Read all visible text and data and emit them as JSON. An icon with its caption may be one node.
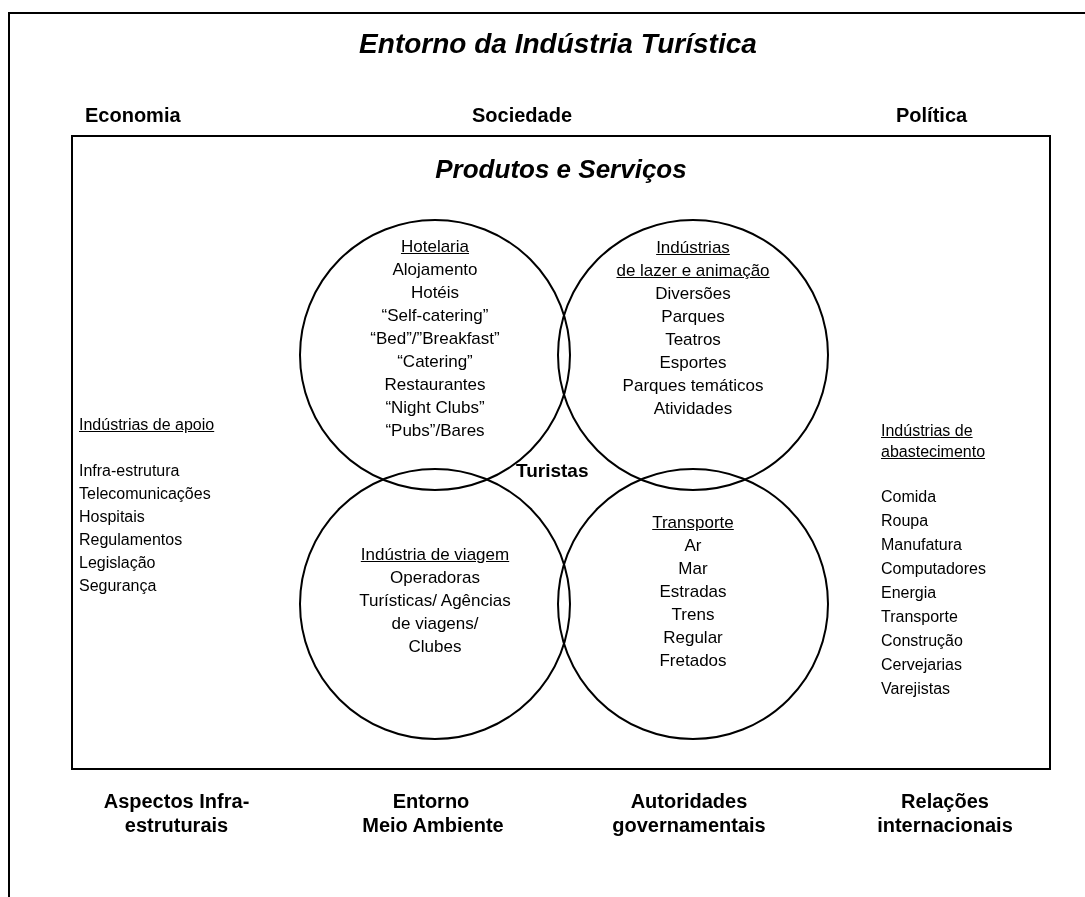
{
  "diagram": {
    "nodes": [
      {
        "text": [
          "Entorno da Indústria Turística"
        ]
      },
      {
        "text": [
          "Produtos e Serviços"
        ],
        "in": 0
      },
      {
        "text": [
          "Hotelaria",
          "Alojamento",
          "Hotéis",
          "“Self-catering”",
          "“Bed”/”Breakfast”",
          "“Catering”",
          "Restaurantes",
          "“Night Clubs”",
          "“Pubs”/Bares"
        ],
        "in": 1
      },
      {
        "text": [
          "Indústrias",
          "de lazer e animação",
          "Diversões",
          "Parques",
          "Teatros",
          "Esportes",
          "Parques temáticos",
          "Atividades"
        ],
        "in": 1
      },
      {
        "text": [
          "Indústria de viagem",
          "Operadoras",
          "Turísticas/ Agências",
          "de viagens/",
          "Clubes"
        ],
        "in": 1
      },
      {
        "text": [
          "Transporte",
          "Ar",
          "Mar",
          "Estradas",
          "Trens",
          "Regular",
          "Fretados"
        ],
        "in": 1
      }
    ],
    "edges": [],
    "labels": [
      "Economia",
      "Sociedade",
      "Política",
      "Indústrias de apoio",
      "Infra-estrutura",
      "Telecomunicações",
      "Hospitais",
      "Regulamentos",
      "Legislação",
      "Segurança",
      "Turistas",
      "Indústrias de abastecimento",
      "Comida",
      "Roupa",
      "Manufatura",
      "Computadores",
      "Energia",
      "Transporte",
      "Construção",
      "Cervejarias",
      "Varejistas",
      "Aspectos Infra-estruturais",
      "Entorno",
      "Meio Ambiente",
      "Autoridades governamentais",
      "Relações internacionais"
    ]
  }
}
